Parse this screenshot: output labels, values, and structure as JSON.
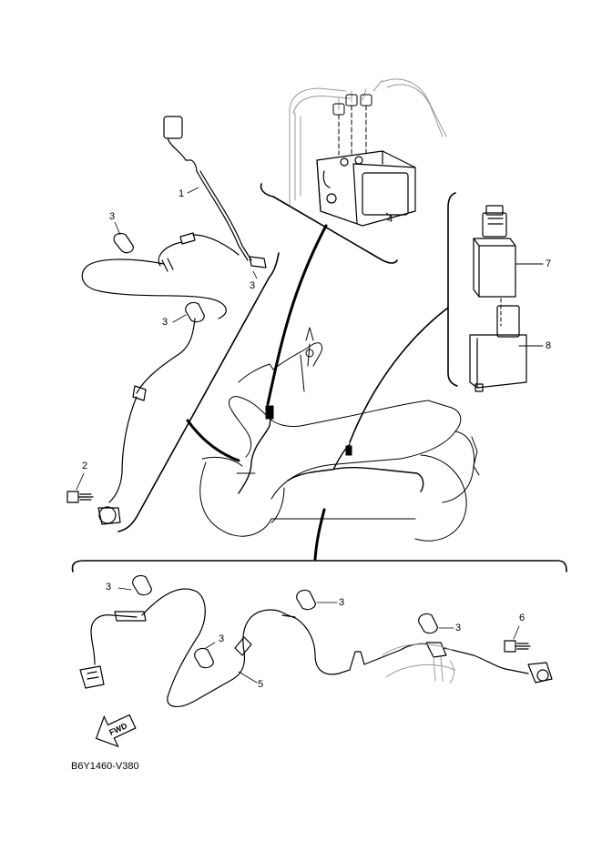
{
  "callouts": {
    "c1": "1",
    "c2": "2",
    "c3a": "3",
    "c3b": "3",
    "c3c": "3",
    "c3d": "3",
    "c3e": "3",
    "c3f": "3",
    "c3g": "3",
    "c4": "4",
    "c5": "5",
    "c6": "6",
    "c7": "7",
    "c8": "8"
  },
  "fwd_label": "FWD",
  "part_code": "B6Y1460-V380",
  "colors": {
    "ink": "#000000",
    "ghost": "#9a9a9a",
    "background": "#ffffff"
  },
  "icons": {
    "direction_arrow": "fwd-arrow-icon"
  }
}
